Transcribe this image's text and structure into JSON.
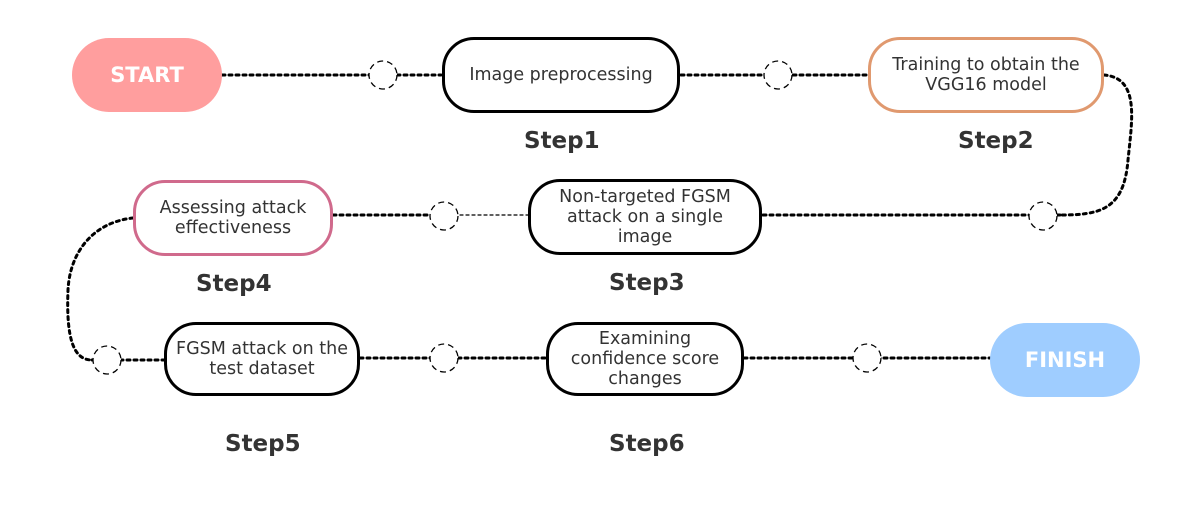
{
  "colors": {
    "start": "#ff9e9e",
    "finish": "#9fcdff",
    "step2_border": "#e0996f",
    "step4_border": "#d06a8c",
    "default_border": "#000000",
    "text": "#333333"
  },
  "start_label": "START",
  "finish_label": "FINISH",
  "steps": [
    {
      "label": "Step1",
      "text": "Image preprocessing"
    },
    {
      "label": "Step2",
      "text": "Training to obtain the VGG16 model"
    },
    {
      "label": "Step3",
      "text": "Non-targeted FGSM attack on a single image"
    },
    {
      "label": "Step4",
      "text": "Assessing attack effectiveness"
    },
    {
      "label": "Step5",
      "text": "FGSM attack on the test dataset"
    },
    {
      "label": "Step6",
      "text": "Examining confidence score changes"
    }
  ]
}
